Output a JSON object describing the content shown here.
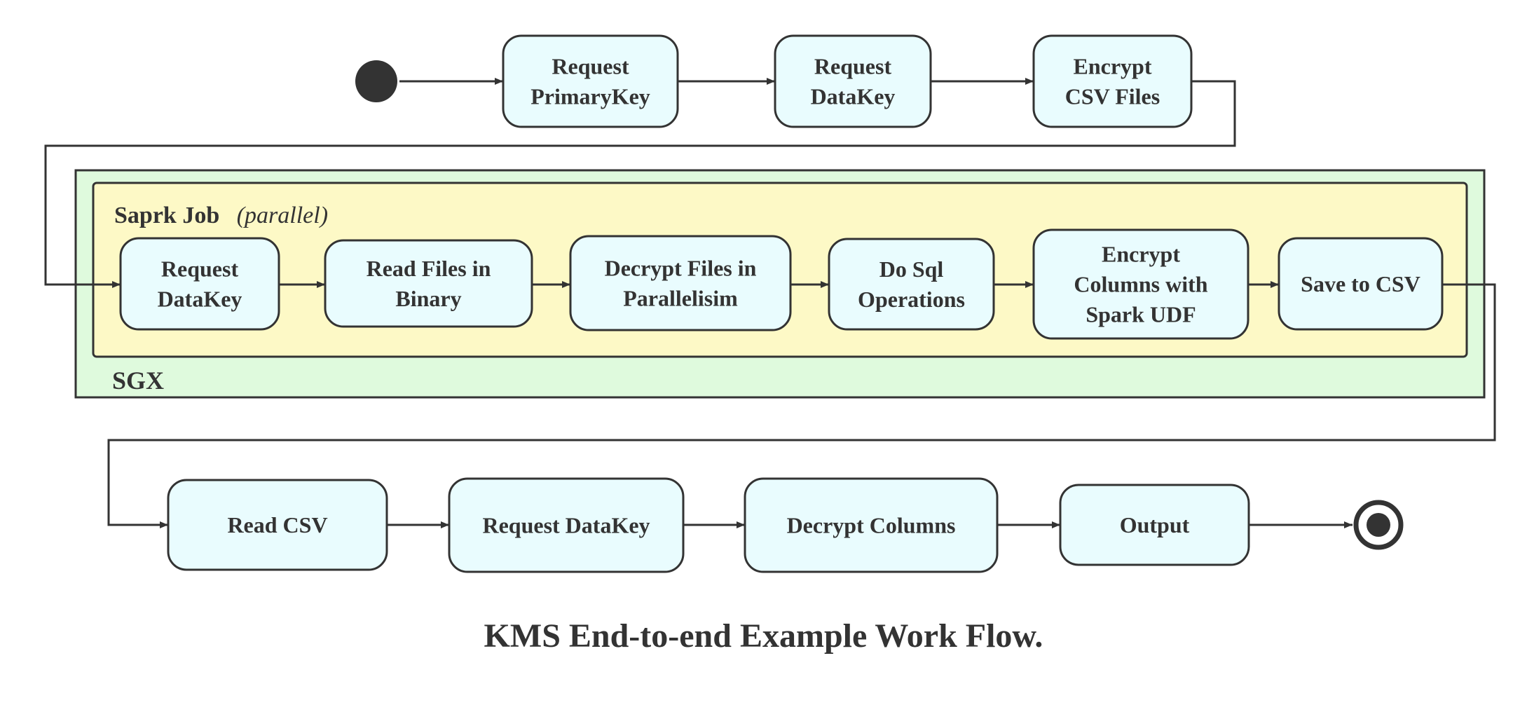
{
  "caption": "KMS End-to-end Example Work Flow.",
  "colors": {
    "node_fill": "#e9fcfe",
    "stroke": "#333333",
    "sgx_fill": "#dffadd",
    "job_fill": "#fdf9c6"
  },
  "containers": {
    "sgx": {
      "label": "SGX"
    },
    "job": {
      "label": "Saprk Job",
      "sublabel": "(parallel)"
    }
  },
  "nodes": {
    "request_primarykey": {
      "lines": [
        "Request",
        "PrimaryKey"
      ]
    },
    "request_datakey_1": {
      "lines": [
        "Request",
        "DataKey"
      ]
    },
    "encrypt_csv_files": {
      "lines": [
        "Encrypt",
        "CSV Files"
      ]
    },
    "request_datakey_2": {
      "lines": [
        "Request",
        "DataKey"
      ]
    },
    "read_files_binary": {
      "lines": [
        "Read Files in",
        "Binary"
      ]
    },
    "decrypt_files_parallel": {
      "lines": [
        "Decrypt Files in",
        "Parallelisim"
      ]
    },
    "do_sql_operations": {
      "lines": [
        "Do Sql",
        "Operations"
      ]
    },
    "encrypt_columns_udf": {
      "lines": [
        "Encrypt",
        "Columns with",
        "Spark UDF"
      ]
    },
    "save_to_csv": {
      "lines": [
        "Save to CSV"
      ]
    },
    "read_csv": {
      "lines": [
        "Read CSV"
      ]
    },
    "request_datakey_3": {
      "lines": [
        "Request DataKey"
      ]
    },
    "decrypt_columns": {
      "lines": [
        "Decrypt Columns"
      ]
    },
    "output": {
      "lines": [
        "Output"
      ]
    }
  }
}
